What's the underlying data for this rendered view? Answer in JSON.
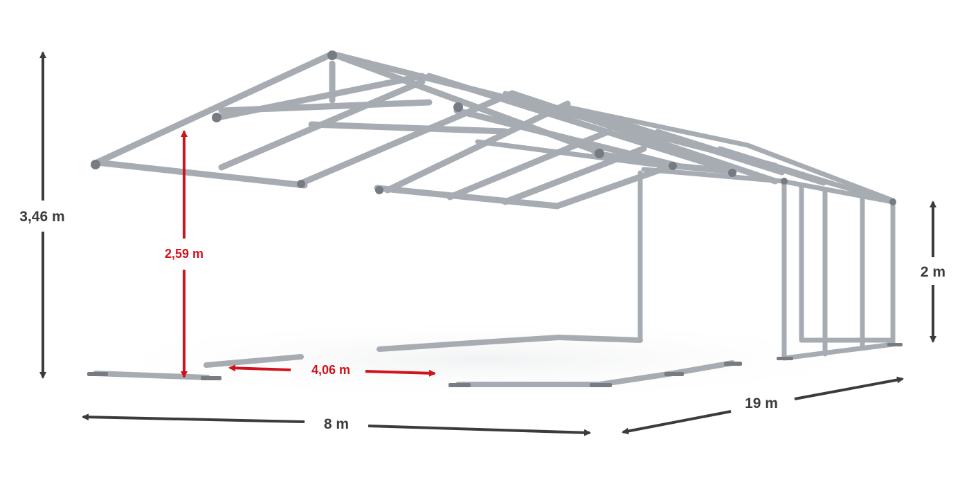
{
  "diagram": {
    "subject": "tent frame",
    "colors": {
      "frame": "#a7acb3",
      "frame_dark": "#777c83",
      "dimension_gray": "#3b3b3b",
      "dimension_red": "#d0121b"
    },
    "dimensions": {
      "total_height": "3,46 m",
      "side_height": "2 m",
      "door_height": "2,59 m",
      "door_width": "4,06 m",
      "width": "8 m",
      "length": "19 m"
    }
  }
}
